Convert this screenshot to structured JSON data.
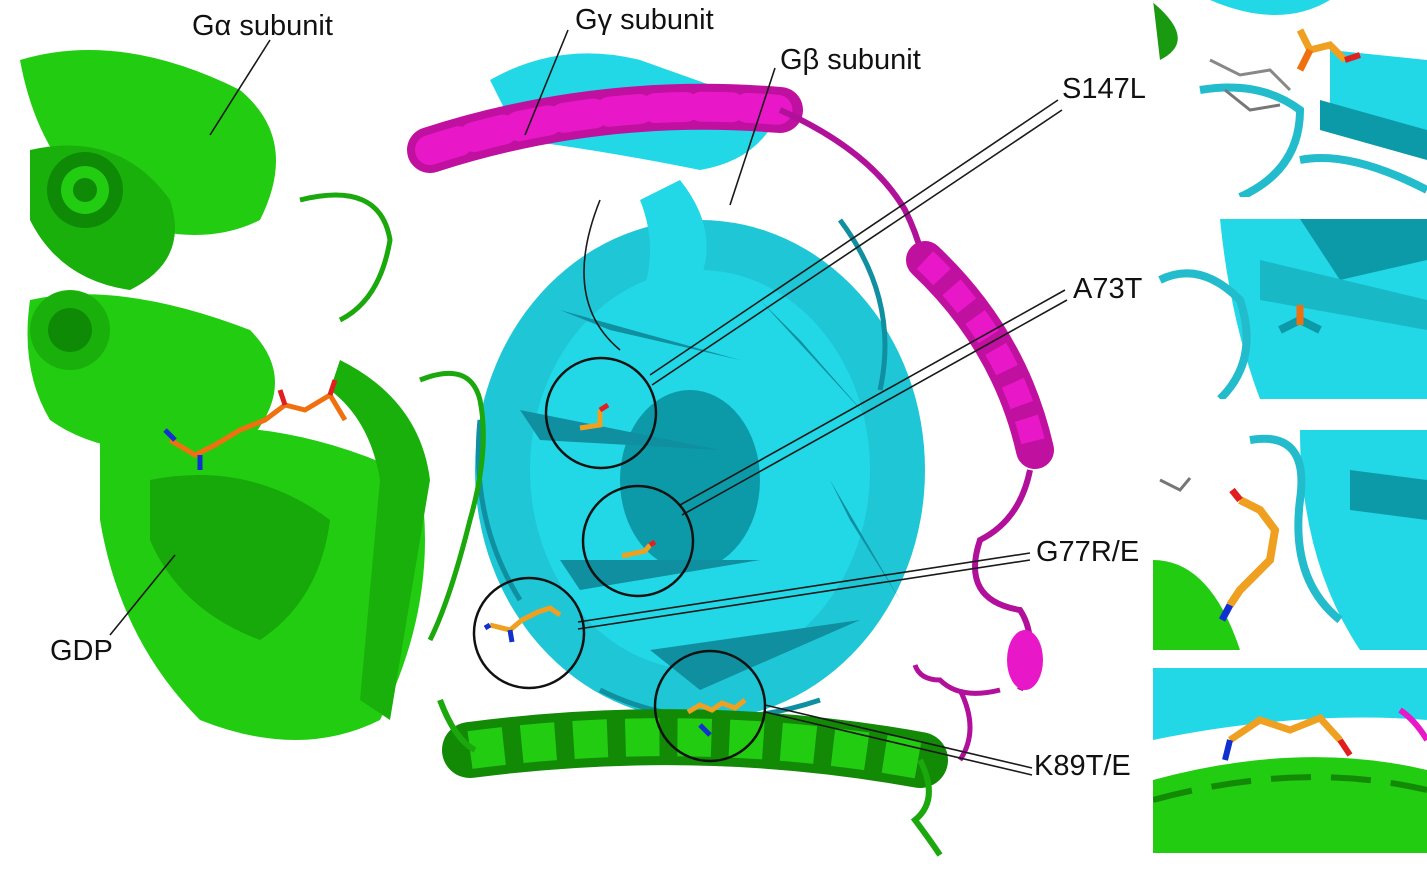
{
  "labels": {
    "g_alpha": "Gα subunit",
    "g_gamma": "Gγ subunit",
    "g_beta": "Gβ subunit",
    "gdp": "GDP"
  },
  "mutations": [
    "S147L",
    "A73T",
    "G77R/E",
    "K89T/E"
  ],
  "colors": {
    "alpha": "#22cc11",
    "alpha_dark": "#0f8a06",
    "beta": "#22d8e6",
    "beta_dark": "#0d9aa8",
    "gamma": "#e010c0",
    "gamma_dark": "#9c0a86",
    "ligand": "#f0a020",
    "nitrogen": "#1030d0",
    "oxygen": "#e02020"
  }
}
